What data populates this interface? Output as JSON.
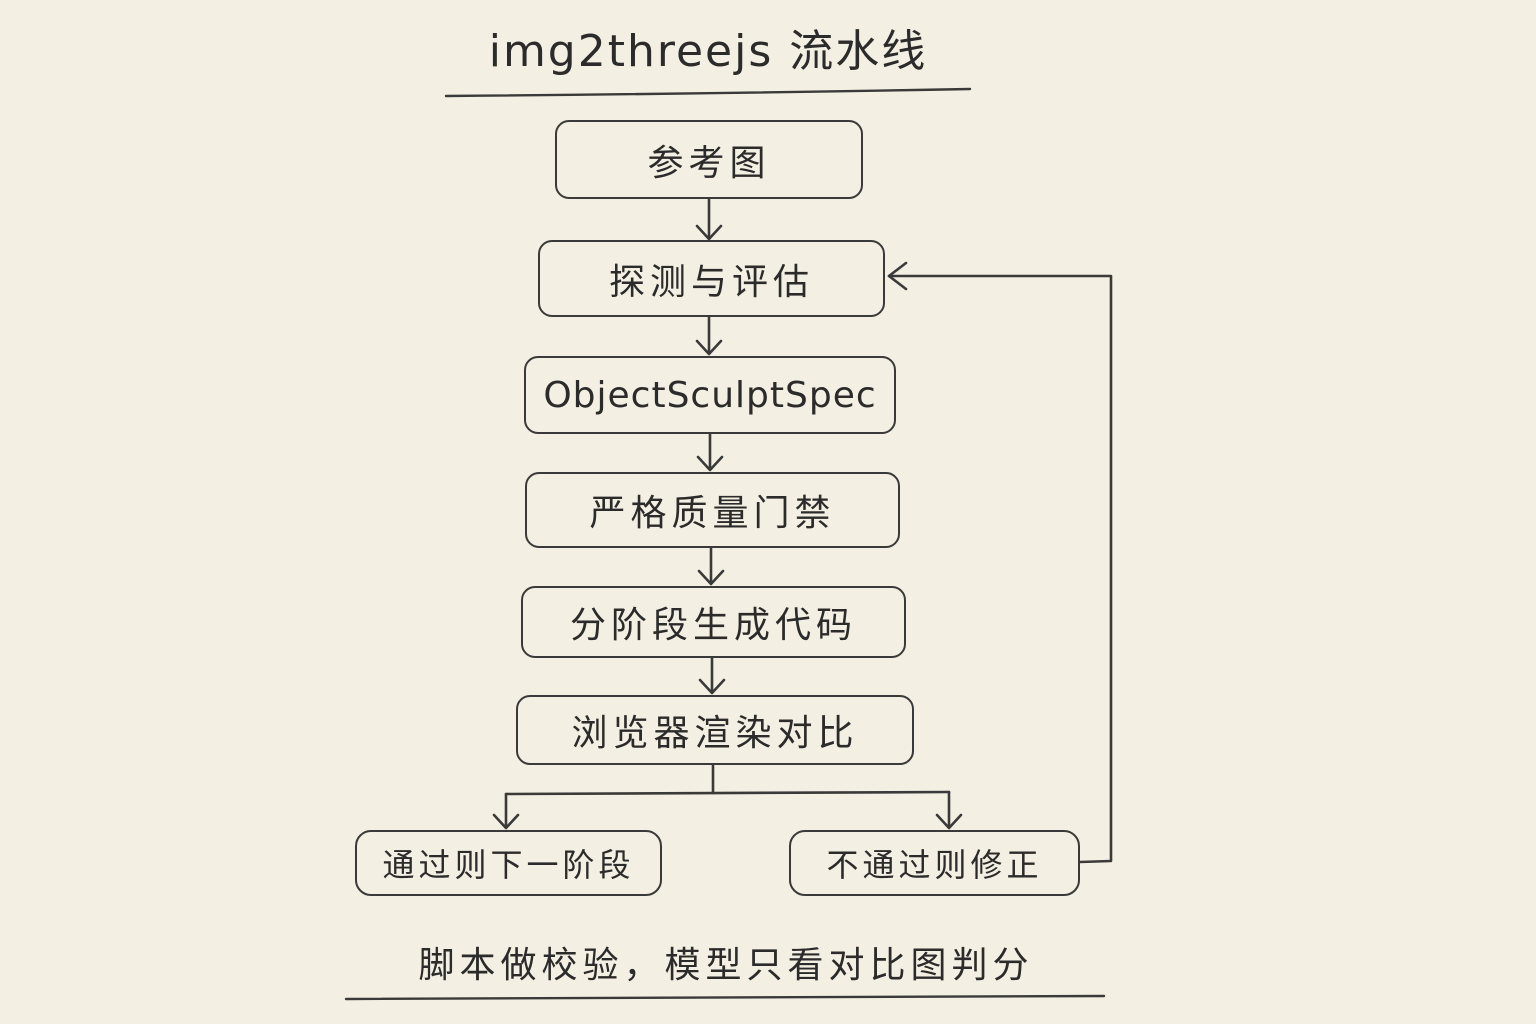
{
  "diagram": {
    "title": "img2threejs 流水线",
    "nodes": [
      {
        "id": "reference_image",
        "label": "参考图"
      },
      {
        "id": "probe_assess",
        "label": "探测与评估"
      },
      {
        "id": "spec",
        "label": "ObjectSculptSpec"
      },
      {
        "id": "quality_gate",
        "label": "严格质量门禁"
      },
      {
        "id": "staged_codegen",
        "label": "分阶段生成代码"
      },
      {
        "id": "browser_render_compare",
        "label": "浏览器渲染对比"
      },
      {
        "id": "pass_next_stage",
        "label": "通过则下一阶段"
      },
      {
        "id": "fail_fix",
        "label": "不通过则修正"
      }
    ],
    "edges": [
      {
        "from": "reference_image",
        "to": "probe_assess"
      },
      {
        "from": "probe_assess",
        "to": "spec"
      },
      {
        "from": "spec",
        "to": "quality_gate"
      },
      {
        "from": "quality_gate",
        "to": "staged_codegen"
      },
      {
        "from": "staged_codegen",
        "to": "browser_render_compare"
      },
      {
        "from": "browser_render_compare",
        "to": "pass_next_stage"
      },
      {
        "from": "browser_render_compare",
        "to": "fail_fix"
      },
      {
        "from": "fail_fix",
        "to": "probe_assess"
      }
    ],
    "footer": "脚本做校验，模型只看对比图判分"
  }
}
